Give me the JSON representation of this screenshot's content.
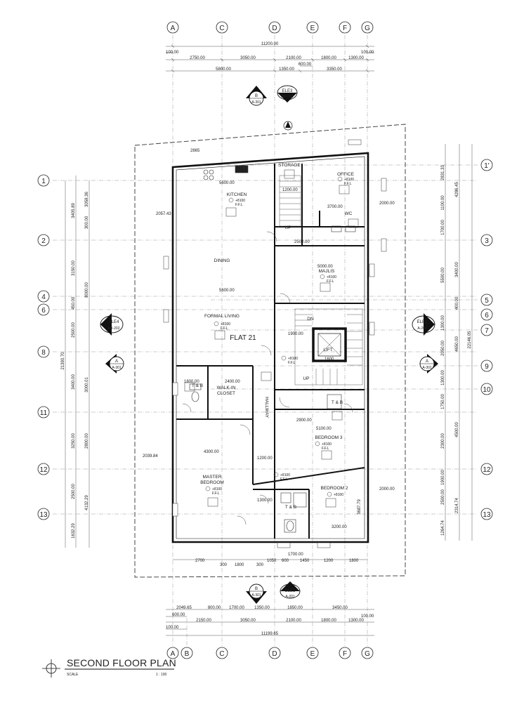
{
  "title": "SECOND FLOOR PLAN",
  "scale_label": "SCALE",
  "scale_value": "1 : 100",
  "flat_label": "FLAT 21",
  "grid_columns_top": [
    "A",
    "C",
    "D",
    "E",
    "F",
    "G"
  ],
  "grid_columns_bottom": [
    "A",
    "B",
    "C",
    "D",
    "E",
    "F",
    "G"
  ],
  "grid_rows_left": [
    "1",
    "2",
    "4",
    "6",
    "8",
    "11",
    "12",
    "13"
  ],
  "grid_rows_right": [
    "1'",
    "3",
    "5",
    "6",
    "7",
    "9",
    "10",
    "12",
    "13"
  ],
  "rooms": {
    "storage": "STORAGE",
    "office": "OFFICE",
    "wc": "WC",
    "kitchen": "KITCHEN",
    "dining": "DINING",
    "majlis": "MAJLIS",
    "formal_living": "FORMAL LIVING",
    "lift": "LIFT",
    "tb1": "T & B",
    "walk_in": "WALK-IN",
    "closet": "CLOSET",
    "hallway": "HALLWAY",
    "tb2": "T & B",
    "bedroom3": "BEDROOM 3",
    "master1": "MASTER",
    "master2": "BEDROOM",
    "bedroom2": "BEDROOM 2",
    "tb3": "T & B",
    "up1": "UP",
    "up2": "UP",
    "dn": "DN"
  },
  "level_mark": "+8100",
  "ffl": "F.F.L",
  "section_tag": "B",
  "section_sheet": "A-301",
  "elevation_tags": {
    "ele3": "ELE3",
    "ele3_sheet": "AR-202",
    "ele4": "ELE4",
    "ele4_sheet": "AR-202",
    "ele2": "ELE2",
    "ele2_sheet": "A-201",
    "ele1": "ELE1",
    "ele1_sheet": "A-201"
  },
  "section_a": "A",
  "dims_top": {
    "total": "11200.00",
    "edge_l": "100.00",
    "edge_r": "100.00",
    "r1": [
      "2750.00",
      "3050.00",
      "2100.00",
      "1800.00",
      "1300.00"
    ],
    "mid": "600.00",
    "r2": [
      "5800.00",
      "1350.00",
      "3350.00"
    ]
  },
  "dims_bottom": {
    "r1": [
      "2049.65",
      "800.00",
      "1700.00",
      "1350.00",
      "1850.00",
      "3450.00"
    ],
    "r2_first": "600.00",
    "r3": [
      "2150.00",
      "3050.00",
      "2100.00",
      "1800.00",
      "1300.00"
    ],
    "edge_l": "100.00",
    "edge_r": "100.00",
    "total": "11199.65",
    "inner": [
      "2700",
      "300",
      "1800",
      "300",
      "1050",
      "600",
      "1450",
      "1200",
      "1800"
    ]
  },
  "dims_left": {
    "total": "21390.70",
    "outer": [
      "3405.89",
      "3150.00",
      "450.00",
      "2500.00",
      "3400.00",
      "3250.00",
      "2500.00",
      "1632.29"
    ],
    "inner": [
      "3058.36",
      "300.00",
      "8000.00",
      "3000.01",
      "2800.00",
      "4132.29"
    ]
  },
  "dims_right": {
    "total": "22146.05",
    "outer": [
      "2831.33",
      "1100.00",
      "1700.00",
      "5500.00",
      "1300.00",
      "2050.00",
      "1300.00",
      "1750.00",
      "2300.00",
      "1900.00",
      "2500.00",
      "1264.74"
    ],
    "inner": [
      "4286.45",
      "3400.00",
      "400.00",
      "4650.00",
      "4500.00",
      "2314.74"
    ]
  },
  "dims_misc": {
    "d2057": "2057.43",
    "d2039": "2039.84",
    "d5600a": "5600.00",
    "d5600b": "5600.00",
    "d5000": "5000.00",
    "d5100": "5100.00",
    "d2900": "2900.00",
    "d2000a": "2000.00",
    "d2000b": "2000.00",
    "d1900": "1900.00",
    "d2400": "2400.00",
    "d2500": "2500.00",
    "d3700": "3700.00",
    "d1200": "1200.00",
    "d4300": "4300.00",
    "d3200": "3200.00",
    "d1300": "1300.00",
    "d1600": "1600",
    "d1800": "1800.00",
    "d2865": "2865",
    "d1700": "1700.00",
    "d3687": "3687.79",
    "d1200b": "1200.00"
  }
}
